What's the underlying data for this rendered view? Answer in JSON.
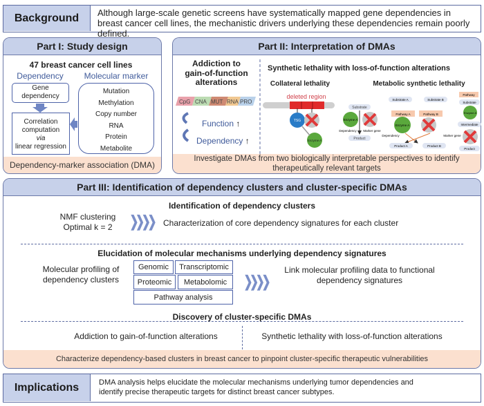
{
  "background": {
    "label": "Background",
    "text": "Although large-scale genetic screens have systematically mapped gene dependencies in breast cancer cell lines, the mechanistic drivers underlying these dependencies remain poorly defined."
  },
  "part1": {
    "title": "Part I: Study design",
    "cell_lines": "47 breast cancer cell lines",
    "dependency_header": "Dependency",
    "marker_header": "Molecular marker",
    "gene_dependency": "Gene dependency",
    "correlation": [
      "Correlation",
      "computation",
      "via",
      "linear regression"
    ],
    "markers": [
      "Mutation",
      "Methylation",
      "Copy number",
      "RNA",
      "Protein",
      "Metabolite"
    ],
    "footer": "Dependency-marker association (DMA)"
  },
  "part2": {
    "title": "Part II: Interpretation of DMAs",
    "addiction_title": [
      "Addiction to",
      "gain-of-function",
      "alterations"
    ],
    "omics": [
      "CpG",
      "CNA",
      "MUT",
      "RNA",
      "PRO"
    ],
    "omics_colors": [
      "#e9a1ab",
      "#bcdcb3",
      "#cf8a73",
      "#f1c891",
      "#b9d1ea"
    ],
    "function": "Function",
    "dependency": "Dependency",
    "sl_title": "Synthetic lethality with loss-of-function alterations",
    "collateral": "Collateral lethality",
    "metabolic": "Metabolic synthetic lethality",
    "deleted_region": "deleted region",
    "tsg": "TSG",
    "enzyme_a": "Enzyme A",
    "substrate": "Substrate",
    "product": "Product",
    "dep_label": "Dependency",
    "marker_gene": "Marker gene",
    "substrate_a": "Substrate A",
    "substrate_b": "Substrate B",
    "pathway_a": "Pathway A",
    "pathway_b": "Pathway B",
    "product_a": "Product A",
    "product_b": "Product B",
    "pathway": "Pathway",
    "intermediate": "Intermediate",
    "footer": [
      "Investigate DMAs from two biologically interpretable perspectives to identify",
      "therapeutically relevant targets"
    ]
  },
  "part3": {
    "title": "Part III: Identification of dependency clusters and cluster-specific DMAs",
    "s1_title": "Identification of dependency clusters",
    "nmf": [
      "NMF clustering",
      "Optimal k = 2"
    ],
    "s1_text": "Characterization of core dependency signatures for each cluster",
    "s2_title": "Elucidation of molecular mechanisms underlying dependency signatures",
    "profiling": [
      "Molecular profiling of",
      "dependency clusters"
    ],
    "omics_boxes": [
      "Genomic",
      "Transcriptomic",
      "Proteomic",
      "Metabolomic",
      "Pathway analysis"
    ],
    "s2_text": [
      "Link molecular profiling data to functional",
      "dependency signatures"
    ],
    "s3_title": "Discovery of cluster-specific DMAs",
    "s3_left": "Addiction to gain-of-function alterations",
    "s3_right": "Synthetic lethality with loss-of-function alterations",
    "footer": "Characterize dependency-based clusters in breast cancer to pinpoint cluster-specific therapeutic vulnerabilities"
  },
  "implications": {
    "label": "Implications",
    "text": "DMA analysis helps elucidate the molecular mechanisms underlying tumor dependencies and identify precise therapeutic targets for distinct breast cancer subtypes."
  },
  "colors": {
    "header": "#c7d1ea",
    "border": "#5b6aa0",
    "footer": "#fbe0cf",
    "enzyme": "#5aa83c",
    "tsg": "#2a7cc7",
    "cross": "#e03a3a"
  }
}
